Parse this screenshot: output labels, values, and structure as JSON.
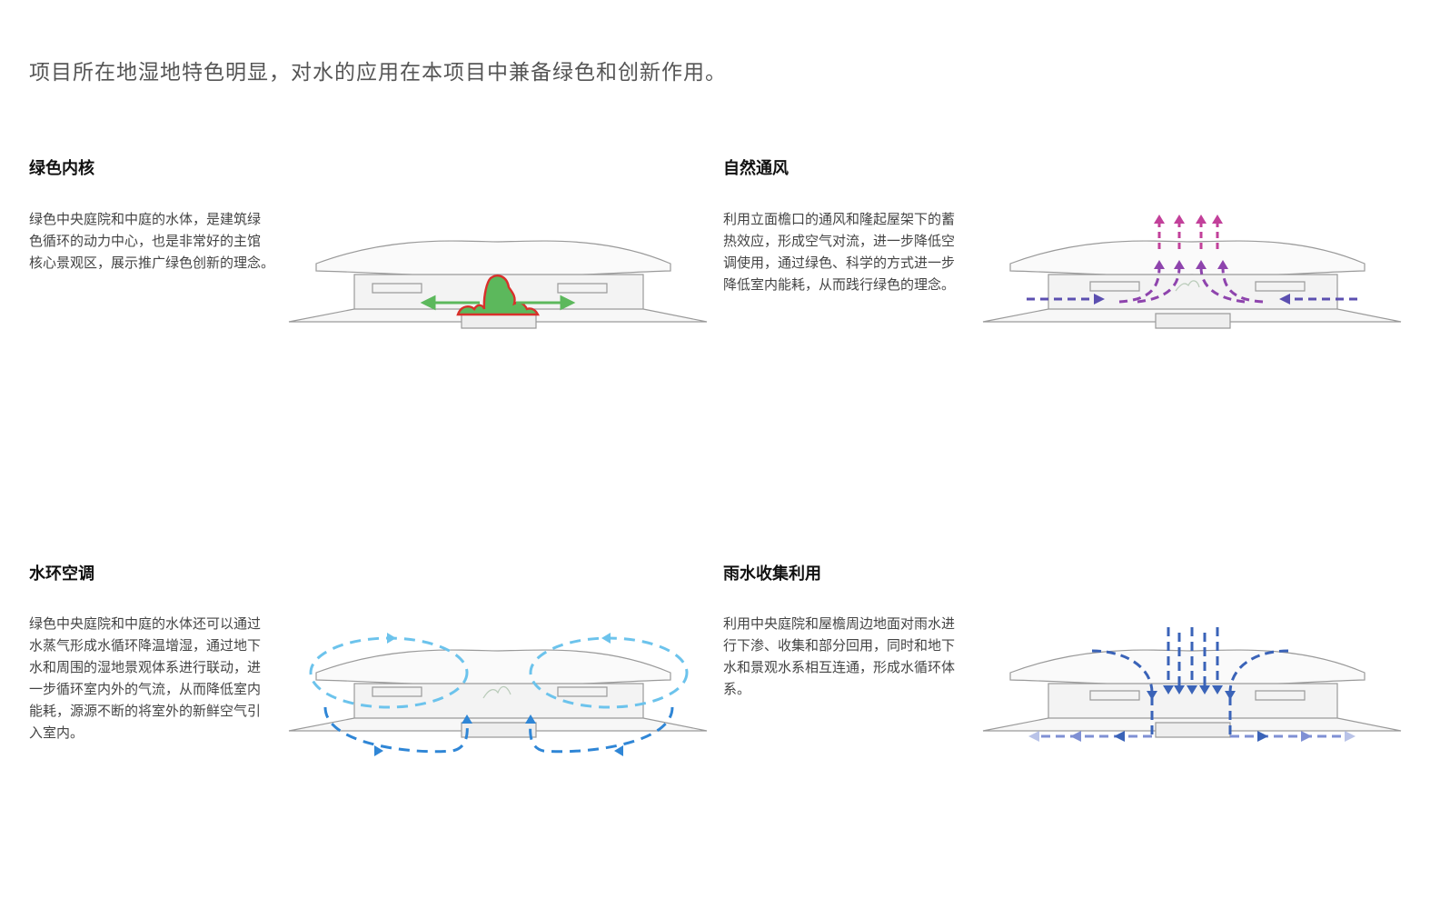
{
  "intro": "项目所在地湿地特色明显，对水的应用在本项目中兼备绿色和创新作用。",
  "sections": [
    {
      "title": "绿色内核",
      "lines": [
        "绿色中央庭院和中庭的水体，是建筑绿",
        "色循环的动力中心，也是非常好的主馆",
        "核心景观区，展示推广绿色创新的理念。"
      ],
      "icon": "green-core"
    },
    {
      "title": "自然通风",
      "lines": [
        "利用立面檐口的通风和隆起屋架下的蓄",
        "热效应，形成空气对流，进一步降低空",
        "调使用，通过绿色、科学的方式进一步",
        "降低室内能耗，从而践行绿色的理念。"
      ],
      "icon": "ventilation"
    },
    {
      "title": "水环空调",
      "lines": [
        "绿色中央庭院和中庭的水体还可以通过",
        "水蒸气形成水循环降温增湿，通过地下",
        "水和周围的湿地景观体系进行联动，进",
        "一步循环室内外的气流，从而降低室内",
        "能耗，源源不断的将室外的新鲜空气引",
        "入室内。"
      ],
      "icon": "water-cooling"
    },
    {
      "title": "雨水收集利用",
      "lines": [
        "利用中央庭院和屋檐周边地面对雨水进",
        "行下渗、收集和部分回用，同时和地下",
        "水和景观水系相互连通，形成水循环体",
        "系。"
      ],
      "icon": "rainwater"
    }
  ],
  "colors": {
    "green": "#5cb85c",
    "red": "#d9302b",
    "purple": "#8e44ad",
    "magenta": "#c2409a",
    "indigo": "#5b4fb0",
    "lightblue": "#6cc3ec",
    "blue": "#2f86d6",
    "navy": "#3a63b8",
    "paleblue": "#b9c3e8"
  }
}
